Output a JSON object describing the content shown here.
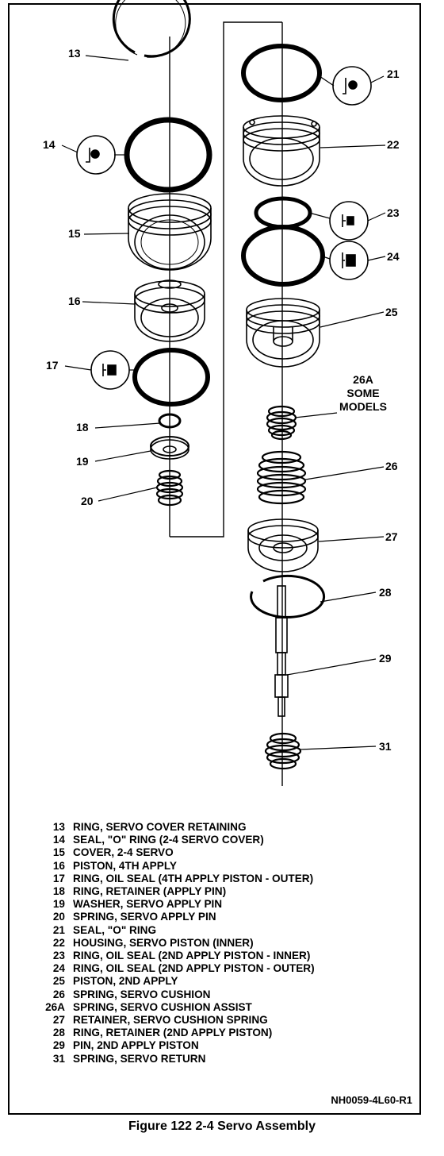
{
  "callouts": {
    "c13": "13",
    "c14": "14",
    "c15": "15",
    "c16": "16",
    "c17": "17",
    "c18": "18",
    "c19": "19",
    "c20": "20",
    "c21": "21",
    "c22": "22",
    "c23": "23",
    "c24": "24",
    "c25": "25",
    "c26a_1": "26A",
    "c26a_2": "SOME",
    "c26a_3": "MODELS",
    "c26": "26",
    "c27": "27",
    "c28": "28",
    "c29": "29",
    "c31": "31"
  },
  "legend": [
    {
      "num": "13",
      "text": "RING, SERVO COVER RETAINING"
    },
    {
      "num": "14",
      "text": "SEAL, \"O\" RING (2-4 SERVO COVER)"
    },
    {
      "num": "15",
      "text": "COVER, 2-4 SERVO"
    },
    {
      "num": "16",
      "text": "PISTON, 4TH APPLY"
    },
    {
      "num": "17",
      "text": "RING, OIL SEAL (4TH APPLY PISTON - OUTER)"
    },
    {
      "num": "18",
      "text": "RING, RETAINER (APPLY PIN)"
    },
    {
      "num": "19",
      "text": "WASHER, SERVO APPLY PIN"
    },
    {
      "num": "20",
      "text": "SPRING, SERVO APPLY PIN"
    },
    {
      "num": "21",
      "text": "SEAL, \"O\" RING"
    },
    {
      "num": "22",
      "text": "HOUSING, SERVO PISTON (INNER)"
    },
    {
      "num": "23",
      "text": "RING, OIL SEAL (2ND APPLY PISTON - INNER)"
    },
    {
      "num": "24",
      "text": "RING, OIL SEAL (2ND APPLY PISTON - OUTER)"
    },
    {
      "num": "25",
      "text": "PISTON, 2ND APPLY"
    },
    {
      "num": "26",
      "text": "SPRING, SERVO CUSHION"
    },
    {
      "num": "26A",
      "text": "SPRING, SERVO CUSHION ASSIST"
    },
    {
      "num": "27",
      "text": "RETAINER, SERVO CUSHION SPRING"
    },
    {
      "num": "28",
      "text": "RING, RETAINER (2ND APPLY PISTON)"
    },
    {
      "num": "29",
      "text": "PIN, 2ND APPLY PISTON"
    },
    {
      "num": "31",
      "text": "SPRING, SERVO RETURN"
    }
  ],
  "figure_id": "NH0059-4L60-R1",
  "caption": "Figure 122 2-4 Servo Assembly"
}
